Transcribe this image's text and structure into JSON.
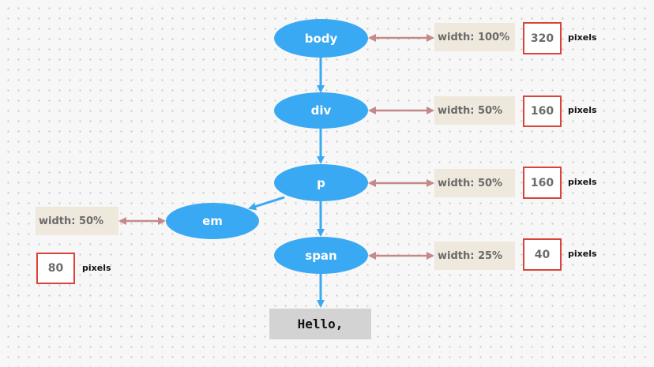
{
  "nodes": {
    "body": "body",
    "div": "div",
    "p": "p",
    "em": "em",
    "span": "span"
  },
  "widths": {
    "body": "width: 100%",
    "div": "width: 50%",
    "p": "width: 50%",
    "em": "width: 50%",
    "span": "width: 25%"
  },
  "pixels": {
    "body": "320",
    "div": "160",
    "p": "160",
    "em": "80",
    "span": "40"
  },
  "unit_label": "pixels",
  "output_text": "Hello,",
  "colors": {
    "node": "#3aa9f3",
    "tree_arrow": "#3aa9f3",
    "width_arrow": "#c48a8a",
    "width_label_bg": "#efe8dd",
    "pixel_box_border": "#d9443a",
    "output_bg": "#d3d3d3"
  }
}
